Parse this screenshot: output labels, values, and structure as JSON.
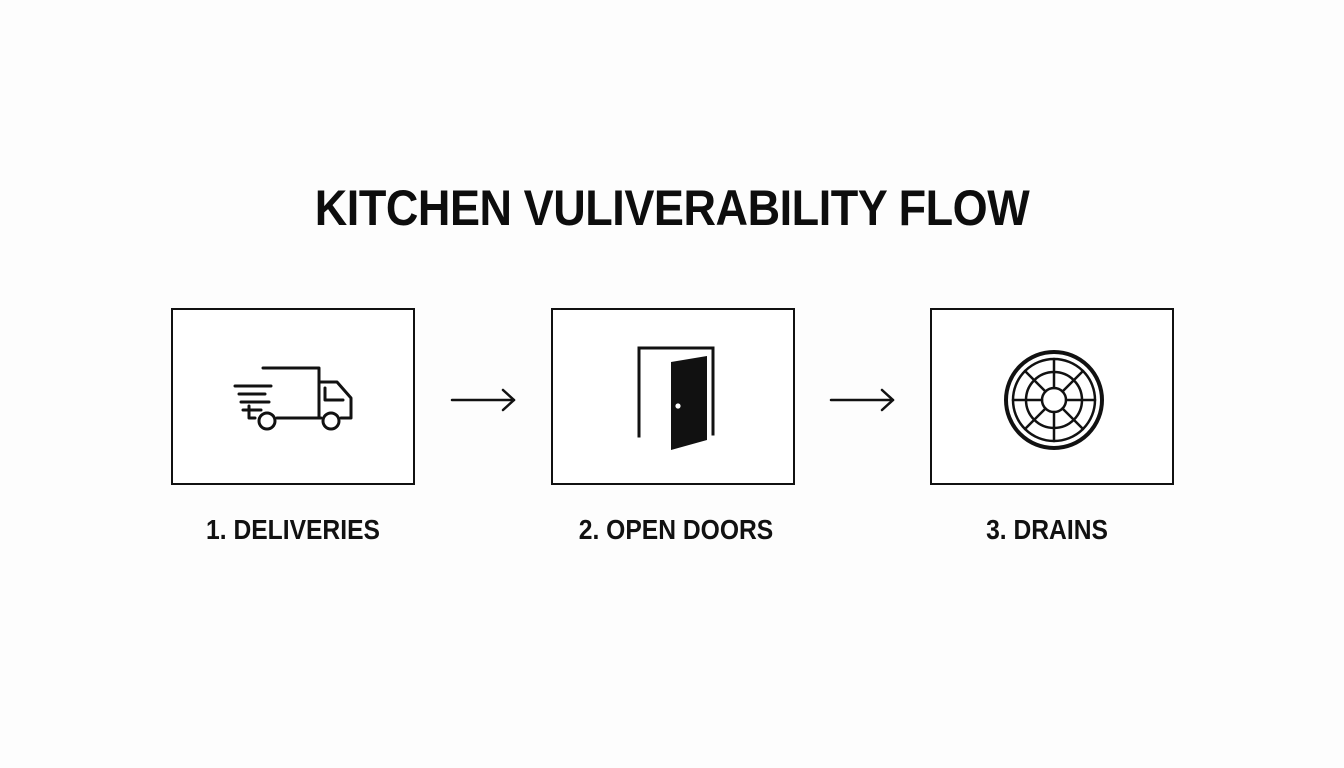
{
  "title": "KITCHEN VULIVERABILITY FLOW",
  "steps": [
    {
      "label": "1. DELIVERIES",
      "icon": "delivery-truck-icon"
    },
    {
      "label": "2. OPEN DOORS",
      "icon": "open-door-icon"
    },
    {
      "label": "3. DRAINS",
      "icon": "drain-grate-icon"
    }
  ],
  "connectors": [
    "arrow-right-icon",
    "arrow-right-icon"
  ],
  "colors": {
    "ink": "#111111",
    "background": "#fdfdfd"
  }
}
